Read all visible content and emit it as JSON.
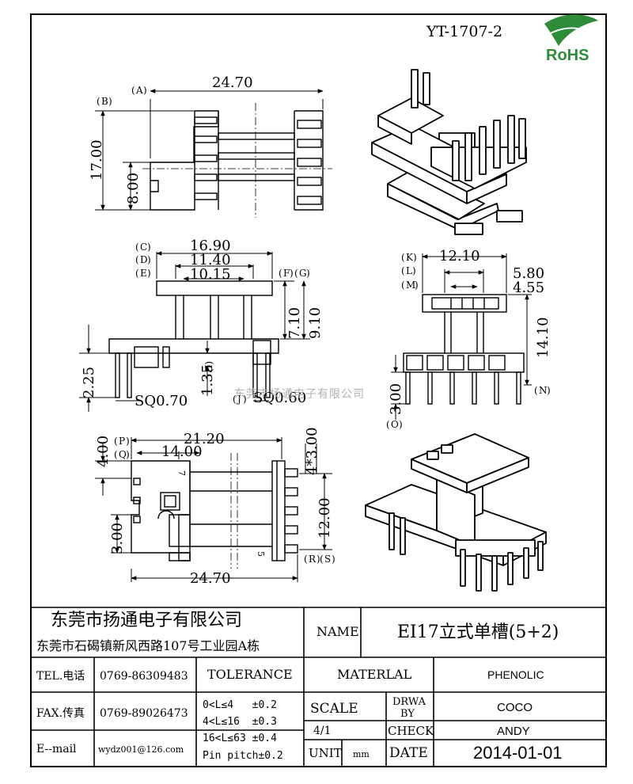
{
  "drawing_number": "YT-1707-2",
  "rohs_logo": {
    "text": "RoHS",
    "color": "#2e8b3a"
  },
  "watermark": "东莞市扬通电子有限公司",
  "views": {
    "top": {
      "dims": {
        "a": "24.70",
        "b": "17.00",
        "c": "8.00"
      },
      "refs": {
        "a": "A",
        "b": "B"
      }
    },
    "front": {
      "dims": {
        "c": "16.90",
        "d": "11.40",
        "e": "10.15",
        "f": "7.10",
        "g": "9.10",
        "h": "2.25",
        "i": "1.35",
        "sq1": "SQ0.70",
        "sq2": "SQ0.60"
      },
      "refs": {
        "c": "C",
        "d": "D",
        "e": "E",
        "f": "F",
        "g": "G",
        "i": "I",
        "j": "J"
      }
    },
    "side": {
      "dims": {
        "k": "12.10",
        "l": "5.80",
        "m": "4.55",
        "n": "14.10",
        "o": "3.00"
      },
      "refs": {
        "k": "K",
        "l": "L",
        "m": "M",
        "n": "N",
        "o": "O"
      }
    },
    "bottom": {
      "dims": {
        "p": "21.20",
        "q": "14.00",
        "p4": "4.00",
        "s3": "3.00",
        "pitch": "4*3.00",
        "r": "12.00",
        "bot": "24.70"
      },
      "refs": {
        "p": "P",
        "q": "Q",
        "r": "R",
        "s": "S"
      },
      "pins": {
        "p7": "7",
        "p5": "5"
      }
    }
  },
  "title_block": {
    "company_name": "东莞市扬通电子有限公司",
    "company_address": "东莞市石碣镇新风西路107号工业园A栋",
    "name_label": "NAME",
    "name_value": "EI17立式单槽(5+2)",
    "tel_label": "TEL.电话",
    "tel_value": "0769-86309483",
    "fax_label": "FAX.传真",
    "fax_value": "0769-89026473",
    "email_label": "E--mail",
    "email_value": "wydz001@126.com",
    "tolerance_label": "TOLERANCE",
    "tolerance_rows": [
      "0<L≤4   ±0.2",
      "4<L≤16  ±0.3",
      "16<L≤63 ±0.4",
      "Pin pitch±0.2"
    ],
    "material_label": "MATERLAL",
    "material_value": "PHENOLIC",
    "scale_label": "SCALE",
    "scale_value": "4/1",
    "unit_label": "UNIT",
    "unit_value": "mm",
    "drawn_label_1": "DRWA",
    "drawn_label_2": "BY",
    "drawn_value": "COCO",
    "check_label": "CHECK",
    "check_value": "ANDY",
    "date_label": "DATE",
    "date_value": "2014-01-01"
  }
}
